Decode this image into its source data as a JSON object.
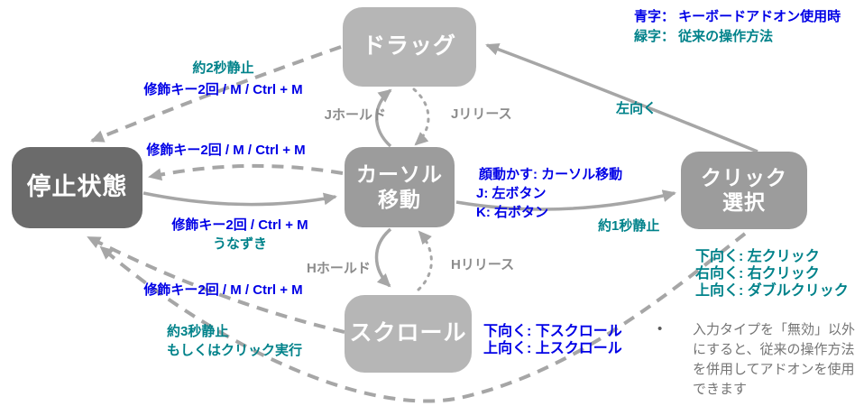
{
  "colors": {
    "blue": "#0000e6",
    "teal": "#00828a",
    "gray_text": "#8c8c8c",
    "note_gray": "#757575",
    "arrow": "#a6a6a6",
    "box_dark": "#6b6b6b",
    "box_mid": "#9c9c9c",
    "box_light": "#b6b6b6"
  },
  "legend": {
    "blue_note": "青字： キーボードアドオン使用時",
    "green_note": "緑字： 従来の操作方法"
  },
  "nodes": {
    "stop": {
      "label": "停止状態"
    },
    "drag": {
      "label": "ドラッグ"
    },
    "cursor": {
      "line1": "カーソル",
      "line2": "移動"
    },
    "click": {
      "line1": "クリック",
      "line2": "選択"
    },
    "scroll": {
      "label": "スクロール"
    }
  },
  "edge_labels": {
    "drag_to_stop_green": "約2秒静止",
    "drag_to_stop_blue": "修飾キー2回 / M / Ctrl + M",
    "cursor_to_stop_blue": "修飾キー2回 / M / Ctrl + M",
    "stop_to_cursor_blue": "修飾キー2回 / Ctrl + M",
    "stop_to_cursor_green": "うなずき",
    "scroll_to_stop_blue": "修飾キー2回 / M / Ctrl + M",
    "to_stop_green_line1": "約3秒静止",
    "to_stop_green_line2": "もしくはクリック実行",
    "j_hold": "Jホールド",
    "j_release": "Jリリース",
    "h_hold": "Hホールド",
    "h_release": "Hリリース",
    "look_left": "左向く",
    "cursor_to_click_line1": "顔動かす: カーソル移動",
    "cursor_to_click_line2": "J: 左ボタン",
    "cursor_to_click_line3": "K: 右ボタン",
    "still_1s": "約1秒静止",
    "click_actions_line1": "下向く: 左クリック",
    "click_actions_line2": "右向く: 右クリック",
    "click_actions_line3": "上向く: ダブルクリック",
    "scroll_actions_line1": "下向く: 下スクロール",
    "scroll_actions_line2": "上向く: 上スクロール"
  },
  "note": {
    "bullet": "•",
    "lines": [
      "入力タイプを「無効」以外",
      "にすると、従来の操作方法",
      "を併用してアドオンを使用",
      "できます"
    ]
  }
}
